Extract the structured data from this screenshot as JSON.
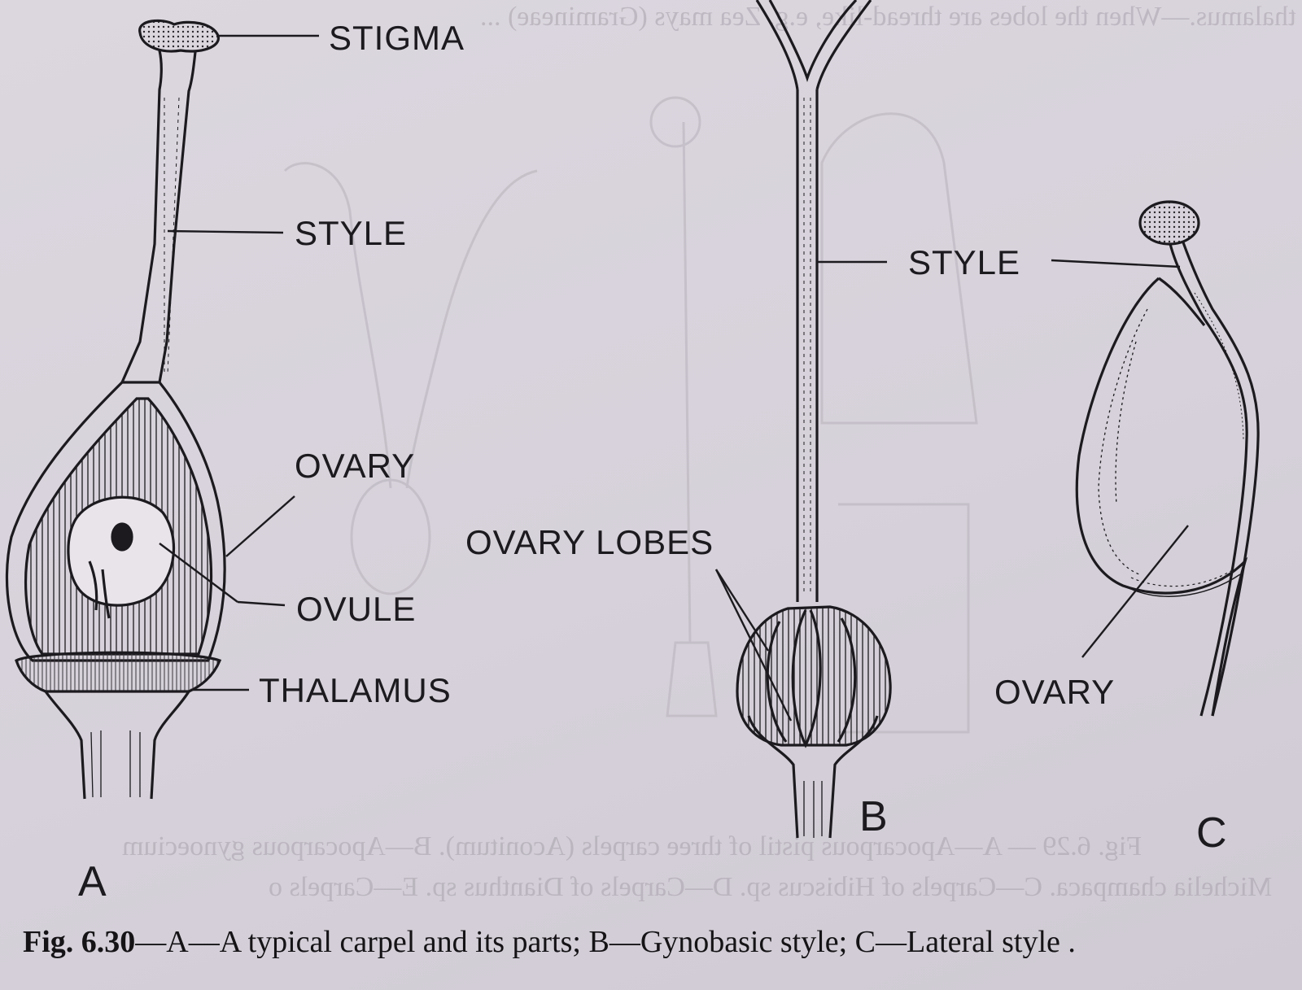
{
  "labels": {
    "stigma": "STIGMA",
    "style_a": "STYLE",
    "ovary_a": "OVARY",
    "ovule": "OVULE",
    "thalamus": "THALAMUS",
    "ovary_lobes": "OVARY LOBES",
    "style_bc": "STYLE",
    "ovary_c": "OVARY"
  },
  "panels": {
    "a": "A",
    "b": "B",
    "c": "C"
  },
  "caption": {
    "figure_number": "Fig. 6.30",
    "text": "—A—A typical carpel and its parts; B—Gynobasic style; C—Lateral style ."
  },
  "bleed_through": {
    "top": "thalamus.—When the lobes are thread-like, e.g. Zea mays (Gramineae) ...",
    "bottom1": "Fig. 6.29 — A—Apocarpous pistil of three carpels (Aconitum). B—Apocarpous gynoecium",
    "bottom2": "Michelia champaca. C—Carpels of Hibiscus sp. D—Carpels of Dianthus sp. E—Carpels o"
  },
  "colors": {
    "ink": "#1c1a1e",
    "paper": "#d9d4dc"
  }
}
